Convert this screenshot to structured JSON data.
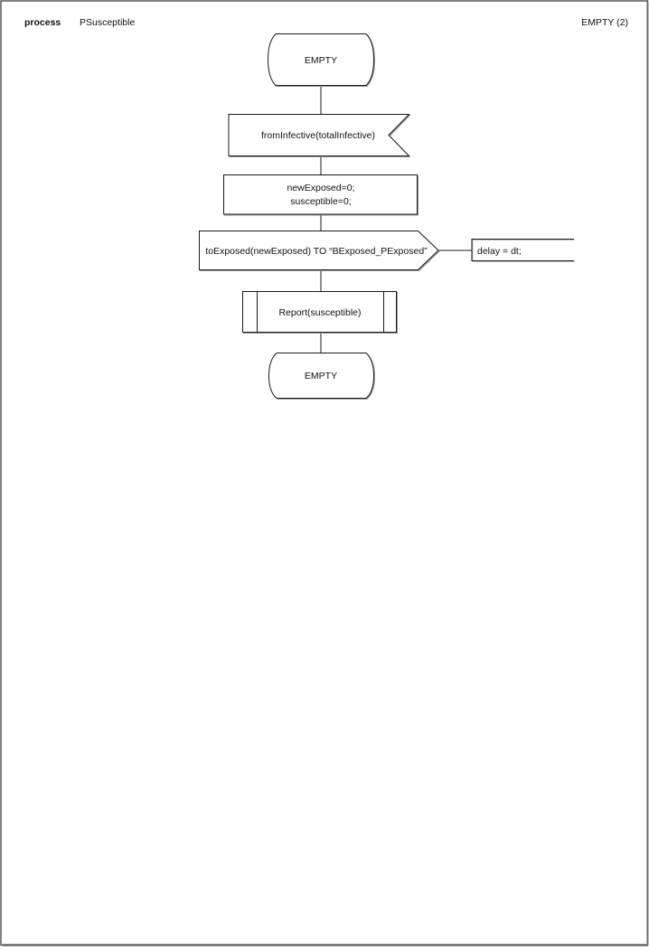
{
  "page": {
    "kind_label": "process",
    "process_name": "PSusceptible",
    "page_ref": "EMPTY (2)"
  },
  "flow": {
    "start_state": {
      "type": "state",
      "label": "EMPTY"
    },
    "input_signal": {
      "type": "input-signal",
      "label": "fromInfective(totalInfective)"
    },
    "task": {
      "type": "task",
      "lines": [
        "newExposed=0;",
        "susceptible=0;"
      ]
    },
    "output_signal": {
      "type": "output-signal",
      "label": "toExposed(newExposed) TO “BExposed_PExposed”"
    },
    "comment": {
      "type": "comment",
      "label": "delay = dt;"
    },
    "procedure_call": {
      "type": "procedure-call",
      "label": "Report(susceptible)"
    },
    "end_state": {
      "type": "state",
      "label": "EMPTY"
    }
  },
  "colors": {
    "line": "#1a1a1a",
    "shadow": "#979797",
    "page_border": "#4d4d4d",
    "background": "#ffffff"
  }
}
